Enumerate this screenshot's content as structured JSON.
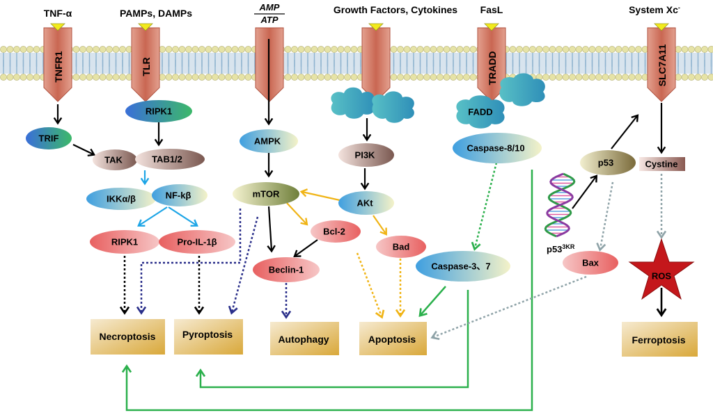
{
  "signals": {
    "tnf": "TNF-α",
    "pamps": "PAMPs, DAMPs",
    "amp_num": "AMP",
    "amp_den": "ATP",
    "growth": "Growth Factors, Cytokines",
    "fasl": "FasL",
    "systemxc": "System Xc",
    "systemxc_sup": "-"
  },
  "receptors": {
    "tnfr1": "TNFR1",
    "tlr": "TLR",
    "tradd": "TRADD",
    "slc7a11": "SLC7A11"
  },
  "nodes": {
    "ripk1_top": "RIPK1",
    "trif": "TRIF",
    "tak": "TAK",
    "tab": "TAB1/2",
    "ikk": "IKKα/β",
    "nfkb": "NF-kβ",
    "ripk1": "RIPK1",
    "proil": "Pro-IL-1β",
    "ampk": "AMPK",
    "mtor": "mTOR",
    "pi3k": "PI3K",
    "akt": "AKt",
    "bcl2": "Bcl-2",
    "bad": "Bad",
    "beclin": "Beclin-1",
    "fadd": "FADD",
    "casp810": "Caspase-8/10",
    "casp37": "Caspase-3、7",
    "p53": "p53",
    "cystine": "Cystine",
    "p53kr": "p53",
    "p53kr_sup": "3KR",
    "bax": "Bax",
    "ros": "ROS"
  },
  "outcomes": {
    "necroptosis": "Necroptosis",
    "pyroptosis": "Pyroptosis",
    "autophagy": "Autophagy",
    "apoptosis": "Apoptosis",
    "ferroptosis": "Ferroptosis"
  },
  "colors": {
    "membrane_head": "#e6e3a6",
    "membrane_tail": "#8fb3cf",
    "receptor": "#cc6e5b",
    "black_arrow": "#000000",
    "blue_arrow": "#1da5e6",
    "yellow_arrow": "#f0b416",
    "green_arrow": "#2bb04c",
    "navy_arrow": "#2a2f8a",
    "gray_arrow": "#8fa3a8",
    "ros_star": "#cc1f1f"
  }
}
